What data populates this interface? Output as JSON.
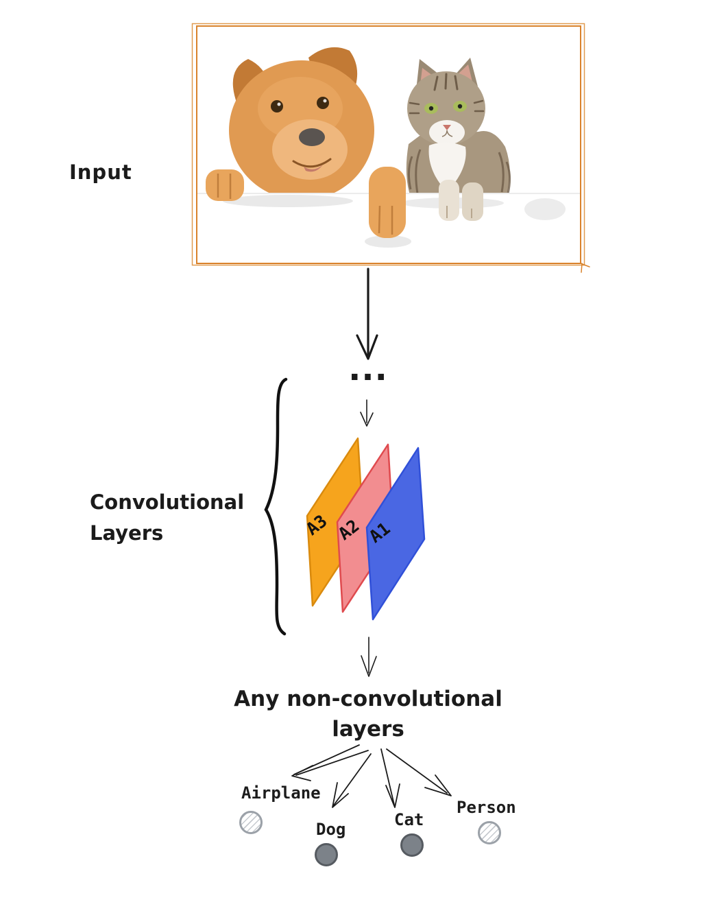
{
  "labels": {
    "input": "Input",
    "ellipsis": "...",
    "conv_line1": "Convolutional",
    "conv_line2": "Layers",
    "nonconv_line1": "Any non-convolutional",
    "nonconv_line2": "layers"
  },
  "conv_layers": {
    "items": [
      {
        "label": "A3",
        "fill": "#F6A41D"
      },
      {
        "label": "A2",
        "fill": "#F28D90"
      },
      {
        "label": "A1",
        "fill": "#4A67E3"
      }
    ]
  },
  "outputs": {
    "items": [
      {
        "label": "Airplane",
        "node": "hatched"
      },
      {
        "label": "Dog",
        "node": "filled"
      },
      {
        "label": "Cat",
        "node": "filled"
      },
      {
        "label": "Person",
        "node": "hatched"
      }
    ]
  },
  "colors": {
    "frame": "#D9822B",
    "ink": "#1B1B1B",
    "node_filled": "#7C8289",
    "node_border": "#565B61",
    "hatch_border": "#9BA1A8"
  }
}
